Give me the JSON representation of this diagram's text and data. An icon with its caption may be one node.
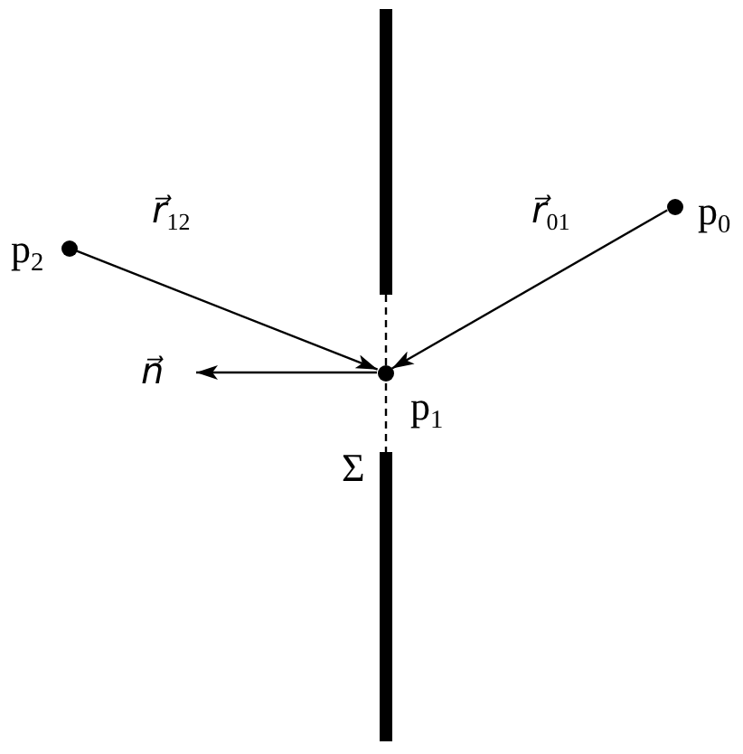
{
  "diagram": {
    "nodes": [
      {
        "text": [],
        "shape": "circle",
        "beside": [
          "p$_{2}$"
        ]
      },
      {
        "text": [],
        "shape": "circle",
        "beside": [
          "p$_{0}$"
        ]
      },
      {
        "text": [],
        "shape": "circle",
        "beside": [
          "p$_{1}$"
        ]
      },
      {
        "text": [
          "n⃗"
        ]
      }
    ],
    "edges": [
      {
        "from": 0,
        "to": 2,
        "arrow": "to",
        "label": "*r⃗*$_{12}$"
      },
      {
        "from": 1,
        "to": 2,
        "arrow": "to",
        "label": "*r⃗*$_{01}$"
      },
      {
        "from": 2,
        "to": 3,
        "arrow": "to"
      }
    ],
    "labels": [
      "Σ"
    ]
  }
}
